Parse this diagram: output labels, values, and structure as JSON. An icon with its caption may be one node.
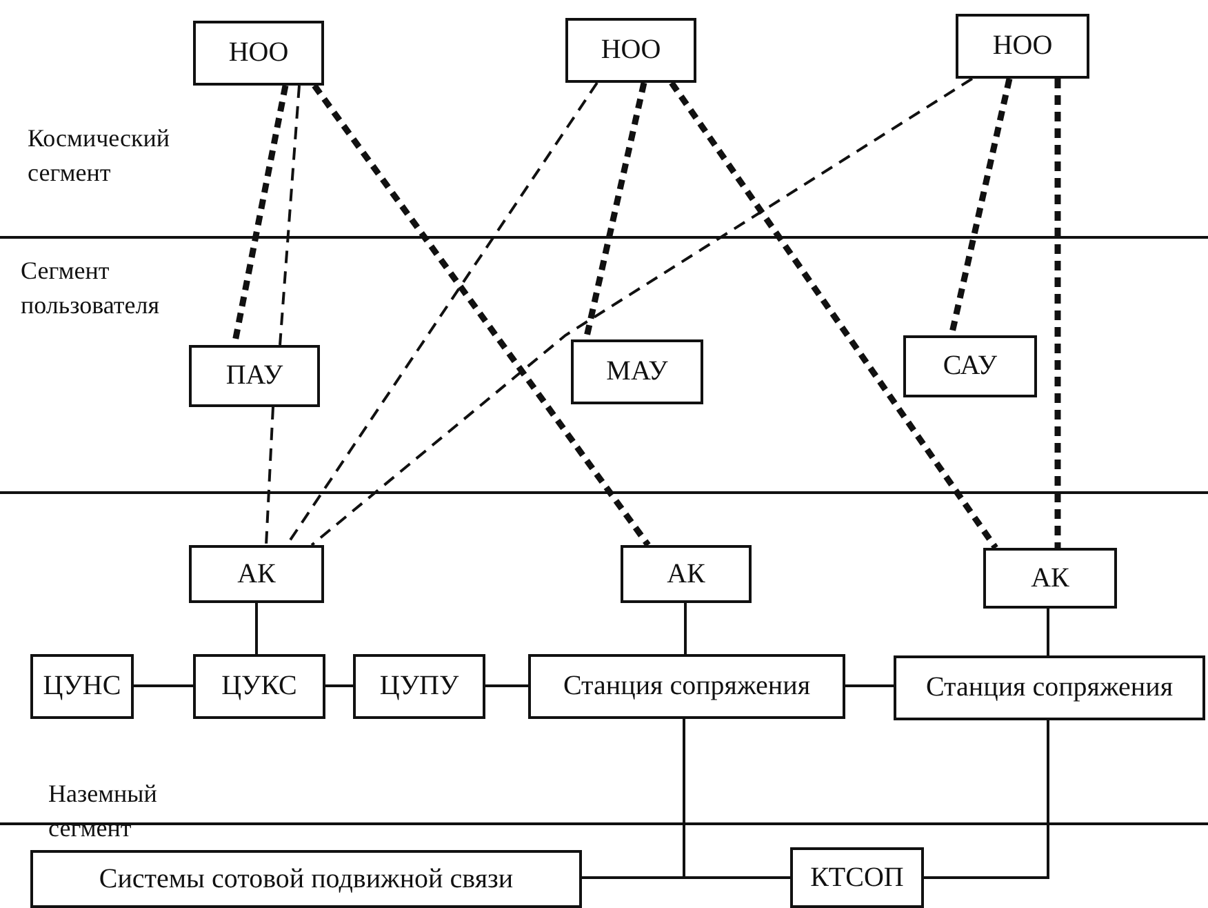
{
  "diagram": {
    "nodes": [
      {
        "text": [
          "НОО"
        ]
      },
      {
        "text": [
          "НОО"
        ]
      },
      {
        "text": [
          "НОО"
        ]
      },
      {
        "text": [
          "ПАУ"
        ]
      },
      {
        "text": [
          "МАУ"
        ]
      },
      {
        "text": [
          "САУ"
        ]
      },
      {
        "text": [
          "АК"
        ]
      },
      {
        "text": [
          "АК"
        ]
      },
      {
        "text": [
          "АК"
        ]
      },
      {
        "text": [
          "ЦУНС"
        ]
      },
      {
        "text": [
          "ЦУКС"
        ]
      },
      {
        "text": [
          "ЦУПУ"
        ]
      },
      {
        "text": [
          "Станция сопряжения"
        ]
      },
      {
        "text": [
          "Станция сопряжения"
        ]
      },
      {
        "text": [
          "Системы сотовой подвижной связи"
        ]
      },
      {
        "text": [
          "КТСОП"
        ]
      }
    ],
    "edges": [
      {
        "from": 0,
        "to": 3,
        "arrow": "none",
        "style": "dashed"
      },
      {
        "from": 0,
        "to": 3,
        "arrow": "none",
        "style": "dashed"
      },
      {
        "from": 3,
        "to": 6,
        "arrow": "none",
        "style": "dashed"
      },
      {
        "from": 0,
        "to": 7,
        "arrow": "none",
        "style": "dashed"
      },
      {
        "from": 1,
        "to": 6,
        "arrow": "none",
        "style": "dashed"
      },
      {
        "from": 1,
        "to": 4,
        "arrow": "none",
        "style": "dashed"
      },
      {
        "from": 1,
        "to": 8,
        "arrow": "none",
        "style": "dashed"
      },
      {
        "from": 2,
        "to": 6,
        "arrow": "none",
        "style": "dashed"
      },
      {
        "from": 2,
        "to": 5,
        "arrow": "none",
        "style": "dashed"
      },
      {
        "from": 2,
        "to": 8,
        "arrow": "none",
        "style": "dashed"
      },
      {
        "from": 6,
        "to": 10,
        "arrow": "none"
      },
      {
        "from": 9,
        "to": 10,
        "arrow": "none"
      },
      {
        "from": 10,
        "to": 11,
        "arrow": "none"
      },
      {
        "from": 11,
        "to": 12,
        "arrow": "none"
      },
      {
        "from": 7,
        "to": 12,
        "arrow": "none"
      },
      {
        "from": 12,
        "to": 13,
        "arrow": "none"
      },
      {
        "from": 8,
        "to": 13,
        "arrow": "none"
      },
      {
        "from": 12,
        "to": 15,
        "arrow": "none"
      },
      {
        "from": 13,
        "to": 15,
        "arrow": "none"
      },
      {
        "from": 12,
        "to": 14,
        "arrow": "none"
      }
    ],
    "labels": [
      "Космический сегмент",
      "Сегмент пользователя",
      "Наземный сегмент"
    ]
  }
}
